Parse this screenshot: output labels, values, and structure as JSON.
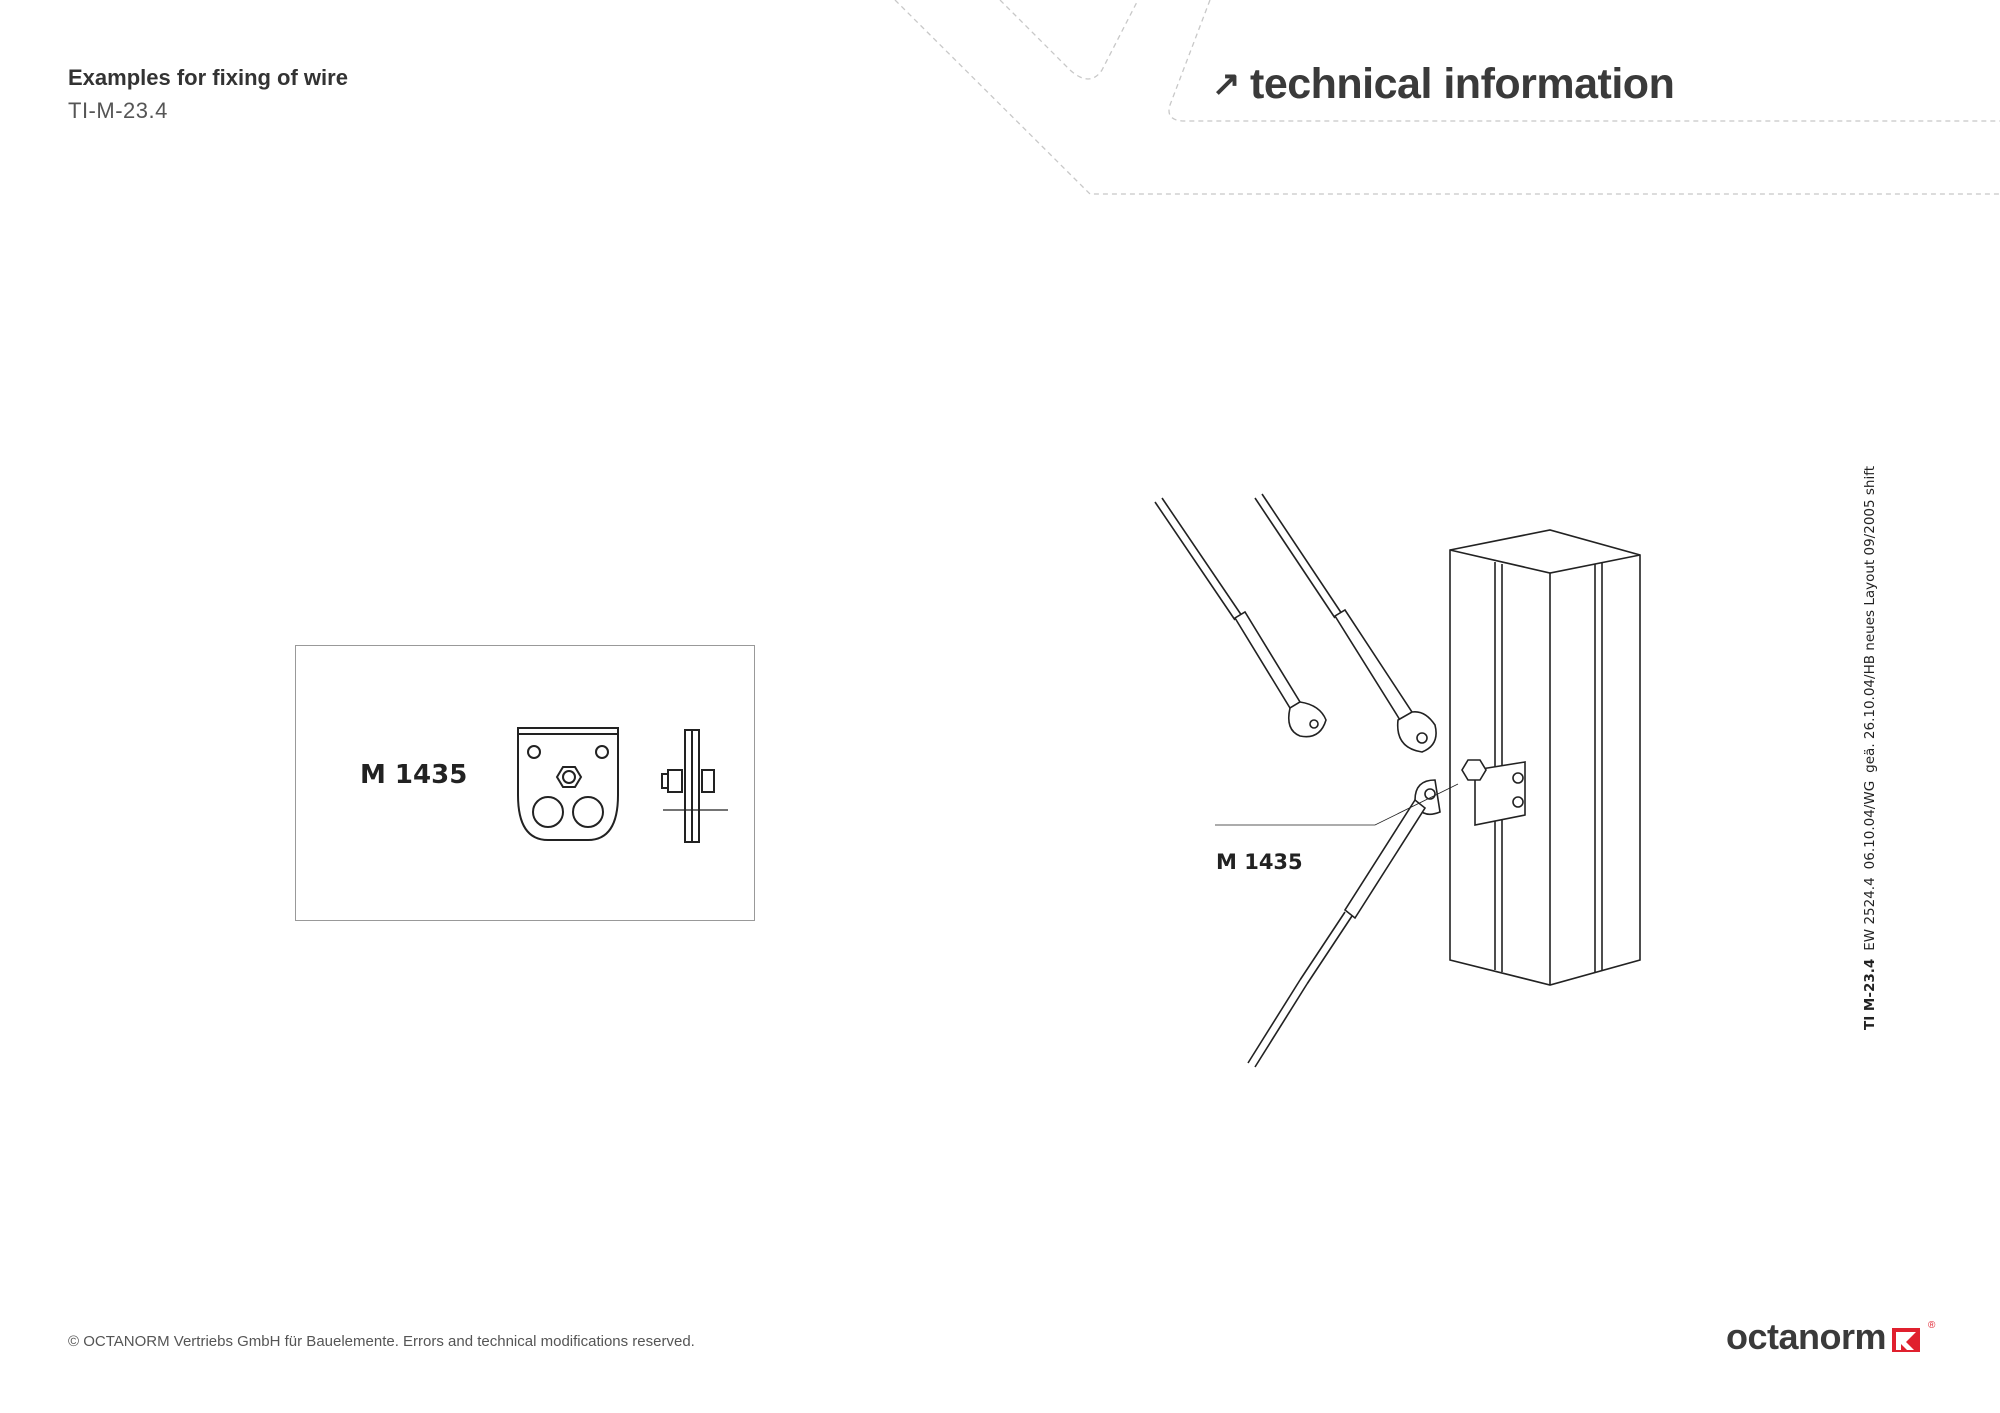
{
  "header": {
    "title": "Examples for fixing of wire",
    "doc_number": "TI-M-23.4",
    "section_label": "technical information",
    "section_icon": "arrow-up-right-icon"
  },
  "detail_box": {
    "part_label": "M 1435"
  },
  "drawing": {
    "callout_label": "M 1435"
  },
  "side_note": {
    "doc_id": "TI M-23.4",
    "parts": [
      "EW 2524.4",
      "06.10.04/WG",
      "geä. 26.10.04/HB neues Layout 09/2005 shift"
    ]
  },
  "footer": {
    "copyright": "© OCTANORM Vertriebs GmbH für Bauelemente. Errors and technical modifications reserved."
  },
  "logo": {
    "text": "octanorm",
    "mark": "®",
    "accent_color": "#e0202e"
  }
}
